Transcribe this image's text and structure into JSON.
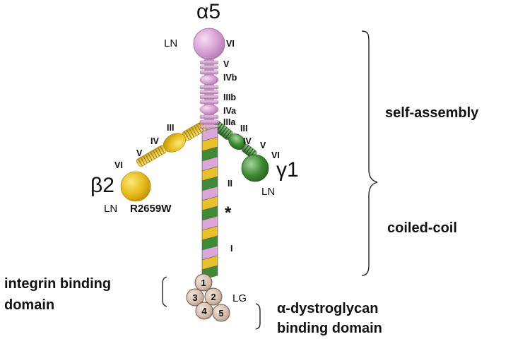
{
  "chains": {
    "alpha": {
      "name": "α5",
      "ln": "LN",
      "domains": [
        "VI",
        "V",
        "IVb",
        "IIIb",
        "IVa",
        "IIIa"
      ],
      "color": "#d9a6d6"
    },
    "beta": {
      "name": "β2",
      "ln": "LN",
      "domains": [
        "VI",
        "V",
        "IV",
        "III"
      ],
      "color": "#e8c02a"
    },
    "gamma": {
      "name": "γ1",
      "ln": "LN",
      "domains": [
        "III",
        "IV",
        "V",
        "VI"
      ],
      "color": "#3f8a35"
    }
  },
  "coiled_coil": {
    "domain_II": "II",
    "domain_I": "I",
    "asterisk": "*"
  },
  "mutation": "R2659W",
  "lg": {
    "label": "LG",
    "modules": [
      "1",
      "2",
      "3",
      "4",
      "5"
    ]
  },
  "brackets": {
    "self_assembly": "self-assembly",
    "coiled_coil": "coiled-coil"
  },
  "binding": {
    "integrin": [
      "integrin binding",
      "domain"
    ],
    "dystroglycan": [
      "α-dystroglycan",
      "binding domain"
    ]
  }
}
